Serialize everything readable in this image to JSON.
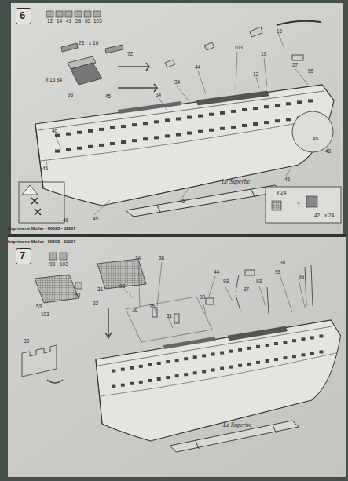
{
  "diagram": {
    "nodes": [
      {
        "text": [
          "6"
        ]
      },
      {
        "text": [
          "7"
        ]
      }
    ],
    "labels": [
      "12",
      "14",
      "41",
      "53",
      "65",
      "103",
      "23",
      "x 16",
      "72",
      "x 16",
      "84",
      "93",
      "45",
      "16",
      "103",
      "19",
      "12",
      "44",
      "34",
      "34",
      "57",
      "55",
      "45",
      "48",
      "45",
      "45",
      "46",
      "45",
      "45",
      "46",
      "x 24",
      "?",
      "42",
      "x 24",
      "Le Superbe",
      "Imprimerie Moller - 80893 - 52907",
      "Imprimerie Moller - 80893 - 52907",
      "93",
      "103",
      "34",
      "38",
      "31",
      "22",
      "51",
      "53",
      "103",
      "93",
      "36",
      "35",
      "31",
      "93",
      "44",
      "93",
      "37",
      "93",
      "38",
      "93",
      "93",
      "33",
      "Le Superbe"
    ]
  }
}
